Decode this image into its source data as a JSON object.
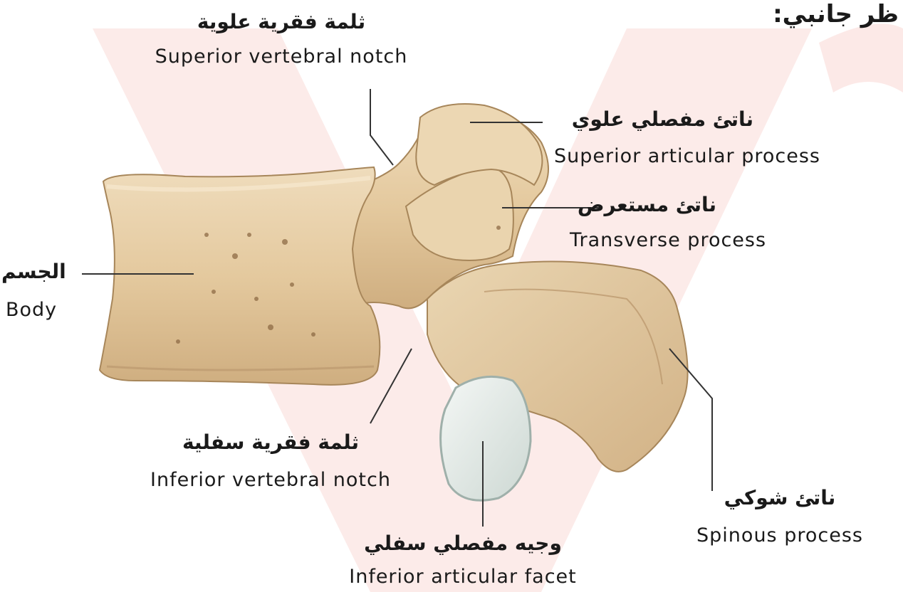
{
  "header": {
    "title": "ظر جانبي:"
  },
  "labels": {
    "superior_notch": {
      "ar": "ثلمة فقرية علوية",
      "en": "Superior vertebral notch"
    },
    "superior_articular": {
      "ar": "ناتئ مفصلي علوي",
      "en": "Superior articular process"
    },
    "transverse": {
      "ar": "ناتئ مستعرض",
      "en": "Transverse process"
    },
    "body": {
      "ar": "الجسم",
      "en": "Body"
    },
    "inferior_notch": {
      "ar": "ثلمة فقرية سفلية",
      "en": "Inferior vertebral notch"
    },
    "spinous": {
      "ar": "ناتئ شوكي",
      "en": "Spinous process"
    },
    "inferior_facet": {
      "ar": "وجيه مفصلي سفلي",
      "en": "Inferior articular facet"
    }
  },
  "colors": {
    "bone": "#e6cda4",
    "bone_shadow": "#c9a878",
    "watermark": "#fbe3e0",
    "facet": "#e4ebe8",
    "leader": "#333333"
  }
}
